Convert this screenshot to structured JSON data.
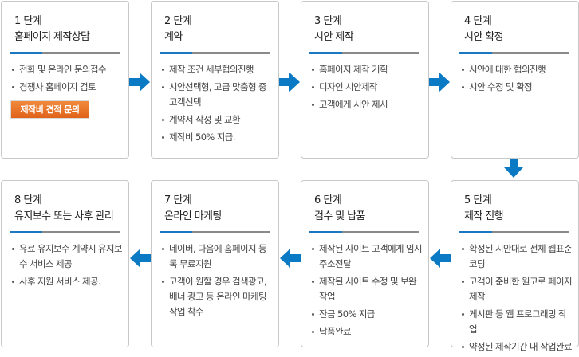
{
  "steps": [
    {
      "step": "1 단계",
      "title": "홈페이지 제작상담",
      "items": [
        "전화 및 온라인 문의접수",
        "경쟁사 홈페이지 검토"
      ],
      "button": "제작비 견적 문의"
    },
    {
      "step": "2 단계",
      "title": "계약",
      "items": [
        "제작 조건 세부협의진행",
        "시안선택형, 고급 맞춤형 중 고객선택",
        "계약서 작성 및 교환",
        "제작비 50% 지급."
      ]
    },
    {
      "step": "3 단계",
      "title": "시안 제작",
      "items": [
        "홈페이지 제작 기획",
        "디자인 시안제작",
        "고객에게 시안 제시"
      ]
    },
    {
      "step": "4 단계",
      "title": "시안 확정",
      "items": [
        "시안에 대한 협의진행",
        "시안 수정 및 확정"
      ]
    },
    {
      "step": "5 단계",
      "title": "제작 진행",
      "items": [
        "확정된 시안대로 전체 웹표준 코딩",
        "고객이 준비한 원고로 페이지 제작",
        "게시판 등 웹 프로그래밍 작업",
        "약정된 제작기간 내 작업완료"
      ]
    },
    {
      "step": "6 단계",
      "title": "검수 및 납품",
      "items": [
        "제작된 사이트 고객에게 임시 주소전달",
        "제작된 사이트 수정 및 보완 작업",
        "잔금 50% 지급",
        "납품완료"
      ]
    },
    {
      "step": "7 단계",
      "title": "온라인 마케팅",
      "items": [
        "네이버, 다음에 홈페이지 등록 무료지원",
        "고객이 원할 경우 검색광고, 배너 광고 등 온라인 마케팅 작업 착수"
      ]
    },
    {
      "step": "8 단계",
      "title": "유지보수 또는 사후 관리",
      "items": [
        "유료 유지보수 계약시 유지보수 서비스 제공",
        "사후 지원 서비스 제공."
      ]
    }
  ],
  "colors": {
    "accent": "#1a78c2",
    "arrow": "#0a7ac4",
    "button": "#e8711f"
  }
}
